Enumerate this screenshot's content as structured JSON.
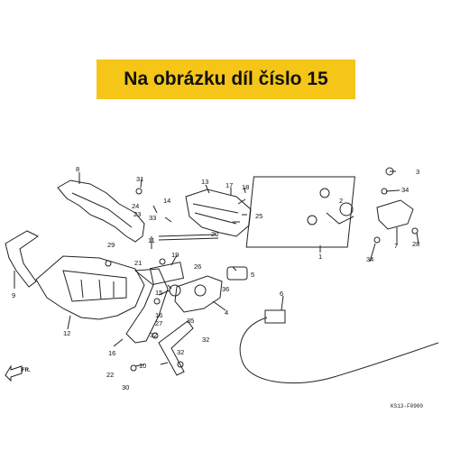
{
  "banner": {
    "text": "Na obrázku díl číslo 15",
    "background": "#f5c518"
  },
  "diagram": {
    "code": "KS13-F0900",
    "direction_label": "FR.",
    "callouts": [
      "1",
      "2",
      "3",
      "4",
      "5",
      "6",
      "7",
      "8",
      "9",
      "10",
      "11",
      "12",
      "13",
      "14",
      "15",
      "16",
      "16",
      "17",
      "18",
      "19",
      "20",
      "21",
      "22",
      "23",
      "24",
      "25",
      "26",
      "27",
      "28",
      "29",
      "30",
      "31",
      "32",
      "32",
      "32",
      "33",
      "34",
      "34",
      "35",
      "36"
    ]
  }
}
